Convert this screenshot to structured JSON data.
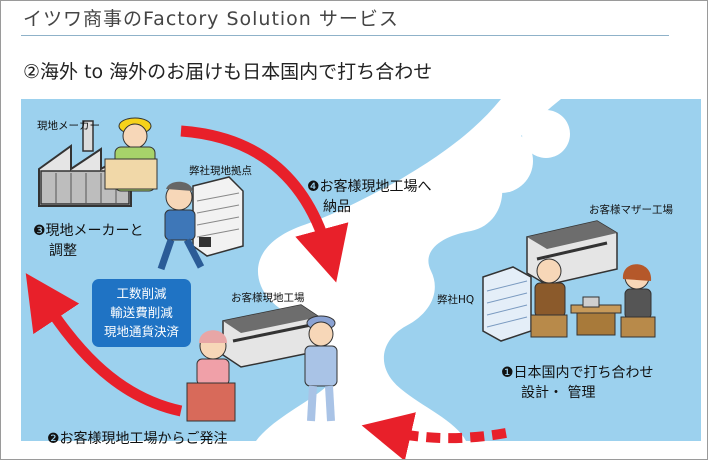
{
  "header": {
    "title": "イツワ商事のFactory Solution サービス",
    "subtitle": "②海外 to 海外のお届けも日本国内で打ち合わせ"
  },
  "labels": {
    "local_maker": "現地メーカー",
    "our_local_base": "弊社現地拠点",
    "customer_mother_factory": "お客様マザー工場",
    "our_hq": "弊社HQ",
    "customer_local_factory": "お客様現地工場"
  },
  "steps": {
    "step1_line1": "❶日本国内で打ち合わせ",
    "step1_line2": "設計・ 管理",
    "step2": "❷お客様現地工場からご発注",
    "step3_line1": "❸現地メーカーと",
    "step3_line2": "調整",
    "step4_line1": "❹お客様現地工場へ",
    "step4_line2": "納品"
  },
  "benefits": [
    "工数削減",
    "輸送費削減",
    "現地通貨決済"
  ],
  "colors": {
    "sea": "#9cd1ee",
    "arrow": "#e8202a",
    "badge": "#1f73c4",
    "rule": "#8fb2c9"
  }
}
